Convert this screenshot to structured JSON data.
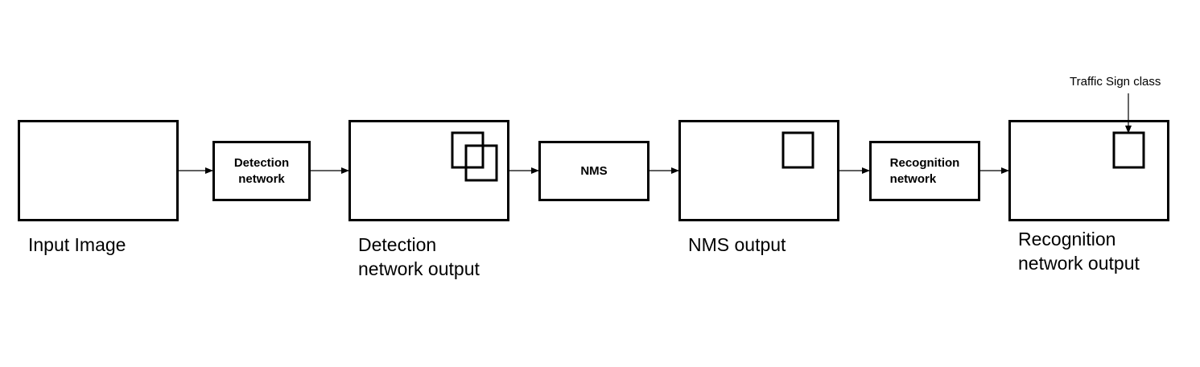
{
  "stages": {
    "input": {
      "caption": "Input Image"
    },
    "detection_output": {
      "caption_line1": "Detection",
      "caption_line2": "network output"
    },
    "nms_output": {
      "caption": "NMS output"
    },
    "recognition_output": {
      "caption_line1": "Recognition",
      "caption_line2": "network output"
    }
  },
  "processes": {
    "detection": {
      "line1": "Detection",
      "line2": "network"
    },
    "nms": {
      "label": "NMS"
    },
    "recognition": {
      "line1": "Recognition",
      "line2": "network"
    }
  },
  "annotation": {
    "label": "Traffic Sign class"
  }
}
